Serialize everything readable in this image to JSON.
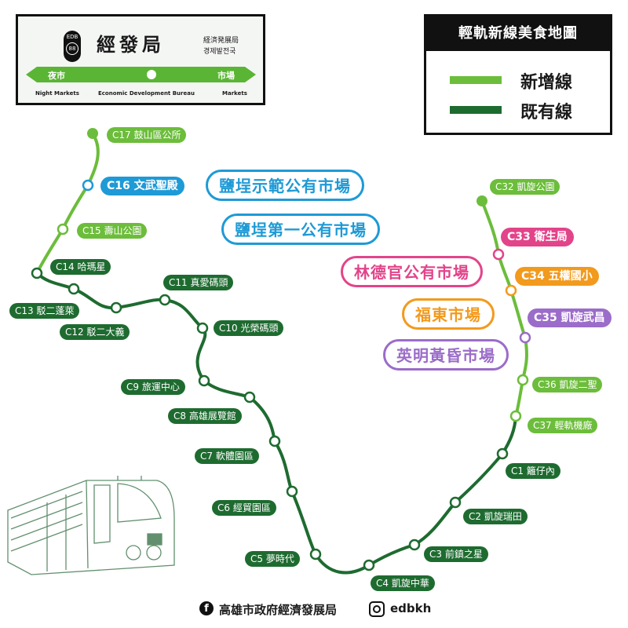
{
  "sign": {
    "line_code": "EDB",
    "station_num": "88",
    "title": "經發局",
    "subtitle_ja": "経済発展局",
    "subtitle_ko": "경제발전국",
    "left_label": "夜市",
    "right_label": "市場",
    "en_left": "Night Markets",
    "en_center": "Economic Development Bureau",
    "en_right": "Markets"
  },
  "legend": {
    "title": "輕軌新線美食地圖",
    "new_line_label": "新增線",
    "existing_line_label": "既有線",
    "new_color": "#6cbd3b",
    "existing_color": "#1e6b30"
  },
  "stations": [
    {
      "id": "C17",
      "label": "C17 鼓山區公所",
      "line": "new"
    },
    {
      "id": "C16",
      "label": "C16 文武聖殿",
      "line": "new",
      "highlight": "#1e9ad6"
    },
    {
      "id": "C15",
      "label": "C15 壽山公園",
      "line": "new"
    },
    {
      "id": "C14",
      "label": "C14 哈瑪星",
      "line": "old"
    },
    {
      "id": "C13",
      "label": "C13 駁二蓬萊",
      "line": "old"
    },
    {
      "id": "C12",
      "label": "C12 駁二大義",
      "line": "old"
    },
    {
      "id": "C11",
      "label": "C11 真愛碼頭",
      "line": "old"
    },
    {
      "id": "C10",
      "label": "C10 光榮碼頭",
      "line": "old"
    },
    {
      "id": "C9",
      "label": "C9 旅運中心",
      "line": "old"
    },
    {
      "id": "C8",
      "label": "C8 高雄展覽館",
      "line": "old"
    },
    {
      "id": "C7",
      "label": "C7 軟體園區",
      "line": "old"
    },
    {
      "id": "C6",
      "label": "C6 經貿園區",
      "line": "old"
    },
    {
      "id": "C5",
      "label": "C5 夢時代",
      "line": "old"
    },
    {
      "id": "C4",
      "label": "C4 凱旋中華",
      "line": "old"
    },
    {
      "id": "C3",
      "label": "C3 前鎮之星",
      "line": "old"
    },
    {
      "id": "C2",
      "label": "C2 凱旋瑞田",
      "line": "old"
    },
    {
      "id": "C1",
      "label": "C1 籬仔內",
      "line": "old"
    },
    {
      "id": "C37",
      "label": "C37 輕軌機廠",
      "line": "new"
    },
    {
      "id": "C36",
      "label": "C36 凱旋二聖",
      "line": "new"
    },
    {
      "id": "C35",
      "label": "C35 凱旋武昌",
      "line": "new",
      "highlight": "#9b6cc9"
    },
    {
      "id": "C34",
      "label": "C34 五權國小",
      "line": "new",
      "highlight": "#f29a1d"
    },
    {
      "id": "C33",
      "label": "C33 衛生局",
      "line": "new",
      "highlight": "#e2448a"
    },
    {
      "id": "C32",
      "label": "C32 凱旋公園",
      "line": "new"
    }
  ],
  "markets": [
    {
      "name": "鹽埕示範公有市場",
      "color": "#1e9ad6"
    },
    {
      "name": "鹽埕第一公有市場",
      "color": "#1e9ad6"
    },
    {
      "name": "林德官公有市場",
      "color": "#e2448a"
    },
    {
      "name": "福東市場",
      "color": "#f29a1d"
    },
    {
      "name": "英明黃昏市場",
      "color": "#9b6cc9"
    }
  ],
  "footer": {
    "facebook_icon": "facebook-icon",
    "facebook_name": "高雄市政府經濟發展局",
    "instagram_icon": "instagram-icon",
    "instagram_handle": "edbkh"
  }
}
